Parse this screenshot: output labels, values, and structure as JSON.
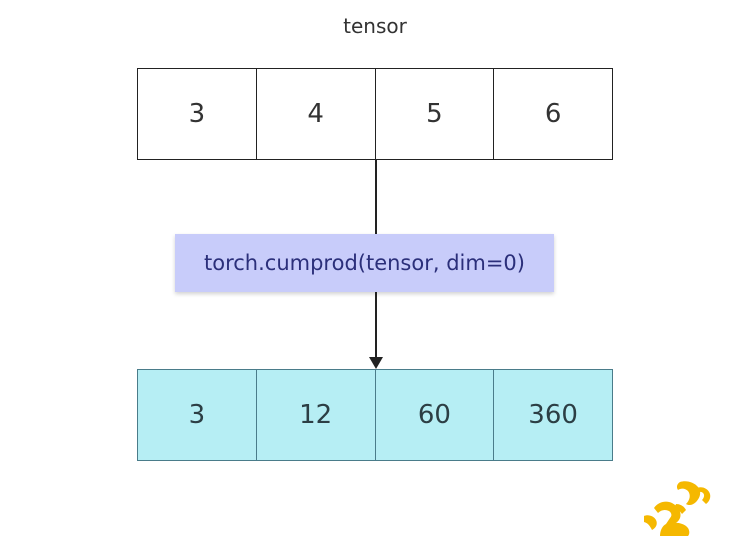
{
  "title": "tensor",
  "input_values": [
    "3",
    "4",
    "5",
    "6"
  ],
  "operation": "torch.cumprod(tensor, dim=0)",
  "output_values": [
    "3",
    "12",
    "60",
    "360"
  ],
  "colors": {
    "operation_box": "#c8ccfa",
    "output_cells": "#b6eef4",
    "logo": "#f5b800"
  }
}
